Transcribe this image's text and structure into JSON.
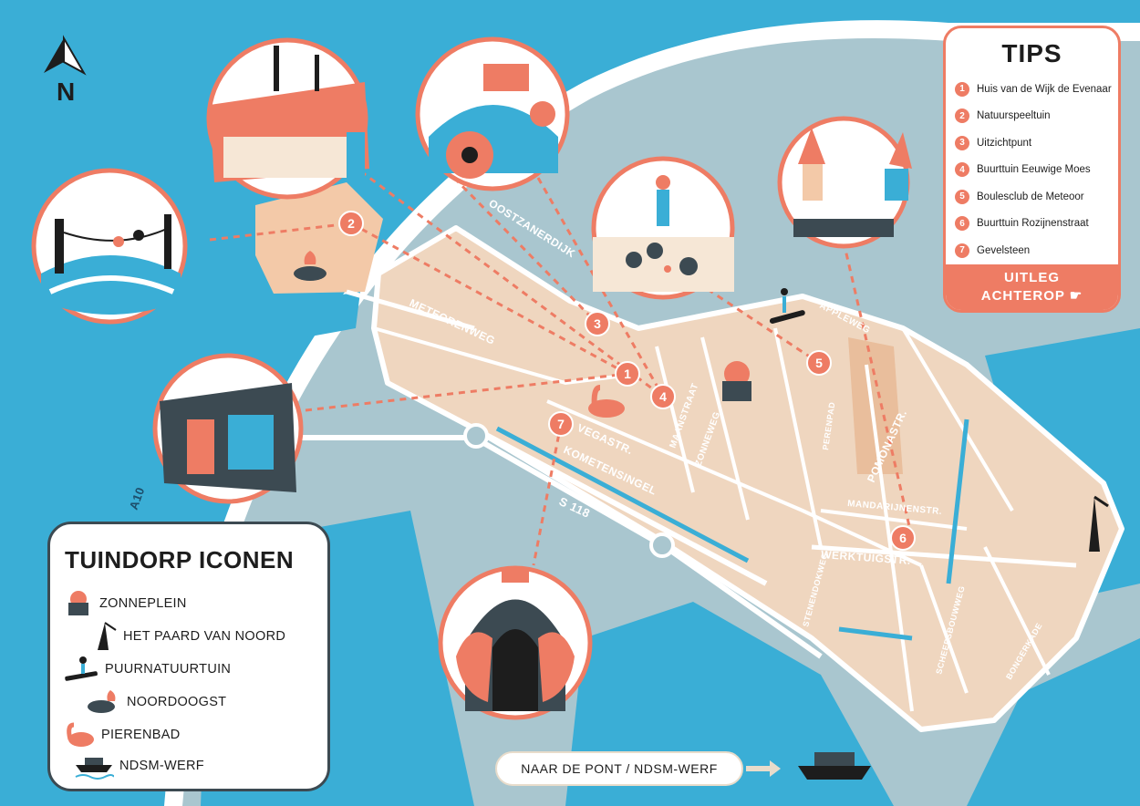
{
  "map": {
    "compass_label": "N",
    "roads": {
      "a10": "A10",
      "s118": "S 118"
    },
    "streets": [
      {
        "id": "oostzanerdijk",
        "label": "OOSTZANERDIJK"
      },
      {
        "id": "meteorenweg",
        "label": "METEORENWEG"
      },
      {
        "id": "vegastr",
        "label": "VEGASTR."
      },
      {
        "id": "kometensingel",
        "label": "KOMETENSINGEL"
      },
      {
        "id": "maanstraat",
        "label": "MAANSTRAAT"
      },
      {
        "id": "zonneweg",
        "label": "ZONNEWEG"
      },
      {
        "id": "perenpad",
        "label": "PERENPAD"
      },
      {
        "id": "appleweg",
        "label": "APPLEWEG"
      },
      {
        "id": "pomonastr",
        "label": "POMONASTR."
      },
      {
        "id": "mandarijnenstr",
        "label": "MANDARIJNENSTR."
      },
      {
        "id": "werktuigstr",
        "label": "WERKTUIGSTR."
      },
      {
        "id": "stenendokweg",
        "label": "STENENDOKWEG"
      },
      {
        "id": "scheepsbouwweg",
        "label": "SCHEEPSBOUWWEG"
      },
      {
        "id": "bongerkade",
        "label": "BONGERKADE"
      }
    ],
    "markers": [
      "1",
      "2",
      "3",
      "4",
      "5",
      "6",
      "7"
    ]
  },
  "tips": {
    "title": "TIPS",
    "items": [
      {
        "num": "1",
        "label": "Huis van de Wijk de Evenaar"
      },
      {
        "num": "2",
        "label": "Natuurspeeltuin"
      },
      {
        "num": "3",
        "label": "Uitzichtpunt"
      },
      {
        "num": "4",
        "label": "Buurttuin Eeuwige Moes"
      },
      {
        "num": "5",
        "label": "Boulesclub de Meteoor"
      },
      {
        "num": "6",
        "label": "Buurttuin Rozijnenstraat"
      },
      {
        "num": "7",
        "label": "Gevelsteen"
      }
    ],
    "footer_line1": "UITLEG",
    "footer_line2": "ACHTEROP ☛"
  },
  "icons_legend": {
    "title": "TUINDORP ICONEN",
    "items": [
      {
        "icon": "sun-building-icon",
        "label": "ZONNEPLEIN"
      },
      {
        "icon": "crane-icon",
        "label": "HET PAARD VAN NOORD"
      },
      {
        "icon": "surfer-icon",
        "label": "PUURNATUURTUIN"
      },
      {
        "icon": "pig-chicken-icon",
        "label": "NOORDOOGST"
      },
      {
        "icon": "flamingo-icon",
        "label": "PIERENBAD"
      },
      {
        "icon": "ferry-icon",
        "label": "NDSM-WERF"
      }
    ]
  },
  "ferry_label": "NAAR DE PONT / NDSM-WERF",
  "colors": {
    "water": "#3aaed6",
    "land": "#efd6bf",
    "accent": "#ee7c64",
    "road": "#ffffff",
    "outline": "#3c4a52"
  }
}
